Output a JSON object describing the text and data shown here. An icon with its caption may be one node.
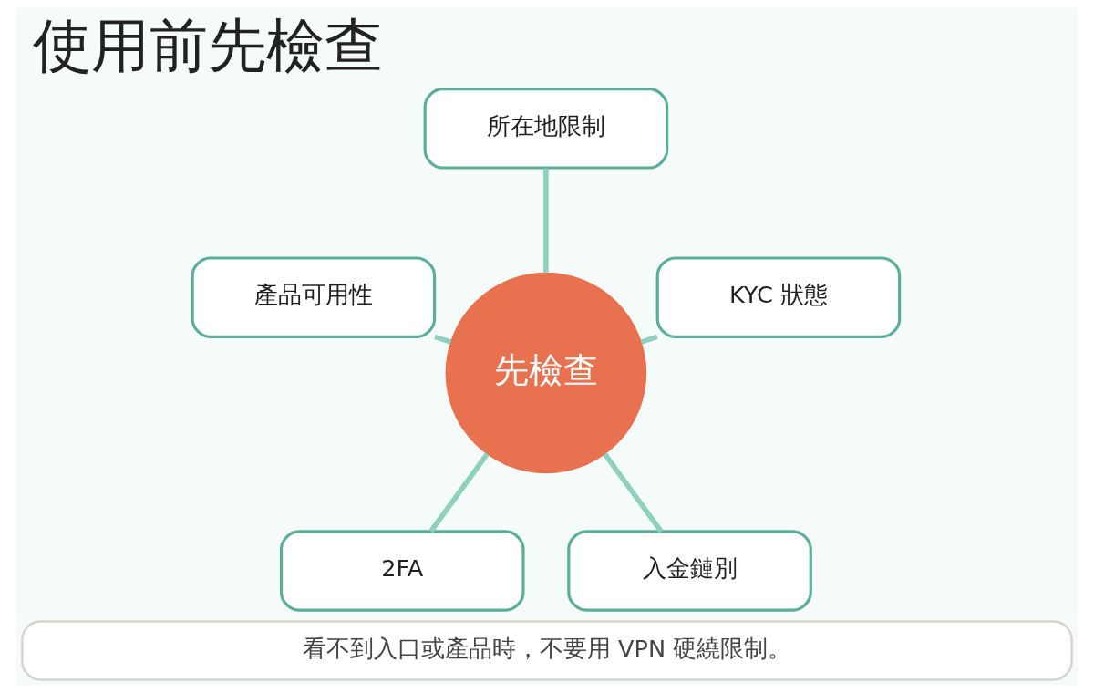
{
  "diagram": {
    "title": "使用前先檢查",
    "nodes": [
      {
        "text": [
          "所在地限制"
        ]
      },
      {
        "text": [
          "產品可用性"
        ]
      },
      {
        "text": [
          "KYC 狀態"
        ]
      },
      {
        "text": [
          "先檢查"
        ]
      },
      {
        "text": [
          "2FA"
        ]
      },
      {
        "text": [
          "入金鏈別"
        ]
      },
      {
        "text": [
          "看不到入口或產品時，不要用 VPN 硬繞限制。"
        ]
      }
    ],
    "edges": [
      {
        "from": 3,
        "to": 0,
        "arrow": "none"
      },
      {
        "from": 3,
        "to": 1,
        "arrow": "none"
      },
      {
        "from": 3,
        "to": 2,
        "arrow": "none"
      },
      {
        "from": 3,
        "to": 4,
        "arrow": "none"
      },
      {
        "from": 3,
        "to": 5,
        "arrow": "none"
      }
    ]
  }
}
